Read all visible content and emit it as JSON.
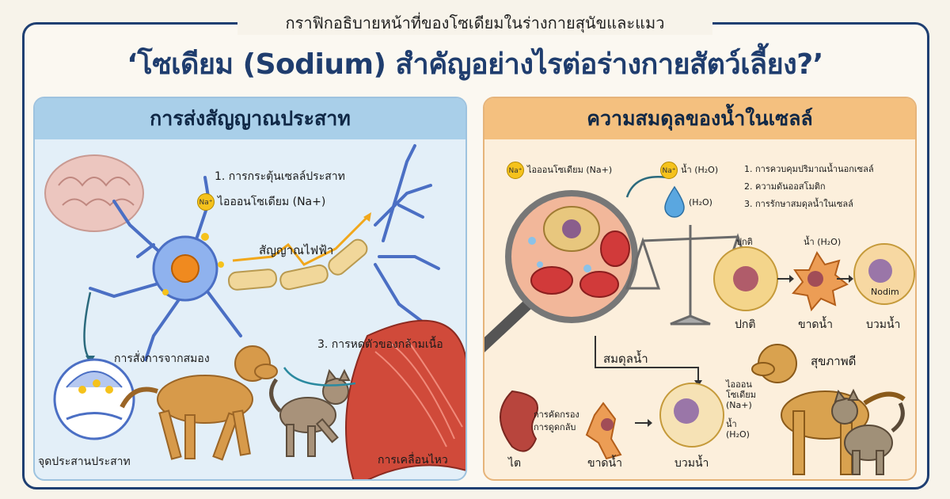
{
  "header": {
    "subtitle": "กราฟิกอธิบายหน้าที่ของโซเดียมในร่างกายสุนัขและแมว",
    "title": "‘โซเดียม (Sodium) สำคัญอย่างไรต่อร่างกายสัตว์เลี้ยง?’"
  },
  "left_panel": {
    "heading": "การส่งสัญญาณประสาท",
    "step1": "1. การกระตุ้นเซลล์ประสาท",
    "na_badge": "Na⁺",
    "na_ion": "ไอออนโซเดียม (Na+)",
    "signal": "สัญญาณไฟฟ้า",
    "brain_command": "การสั่งการจากสมอง",
    "synapse": "จุดประสานประสาท",
    "step3": "3. การหดตัวของกล้ามเนื้อ",
    "movement": "การเคลื่อนไหว"
  },
  "right_panel": {
    "heading": "ความสมดุลของน้ำในเซลล์",
    "na_badge": "Na⁺",
    "na_ion": "ไอออนโซเดียม (Na+)",
    "water_na": "น้ำ (H₂O)",
    "water": "(H₂O)",
    "list": [
      "1. การควบคุมปริมาณน้ำนอกเซลล์",
      "2. ความดันออสโมติก",
      "3. การรักษาสมดุลน้ำในเซลล์"
    ],
    "normal_top": "ปกติ",
    "water_top": "น้ำ (H₂O)",
    "cell_normal": "ปกติ",
    "cell_dehydrated": "ขาดน้ำ",
    "cell_swollen": "บวมน้ำ",
    "cell_swollen_inner": "Nodim",
    "balance": "สมดุลน้ำ",
    "healthy": "สุขภาพดี",
    "kidney_filter": "การคัดกรอง",
    "kidney_reabsorb": "การดูดกลับ",
    "kidney": "ไต",
    "bottom_dehydrated": "ขาดน้ำ",
    "bottom_swollen": "บวมน้ำ",
    "bottom_na_1": "ไอออน",
    "bottom_na_2": "โซเดียม",
    "bottom_na_3": "(Na+)",
    "bottom_water_1": "น้ำ",
    "bottom_water_2": "(H₂O)"
  },
  "colors": {
    "title": "#1f3d6e",
    "left_bg": "#e3eff8",
    "right_bg": "#fcefdc",
    "sodium": "#f5c21c"
  }
}
